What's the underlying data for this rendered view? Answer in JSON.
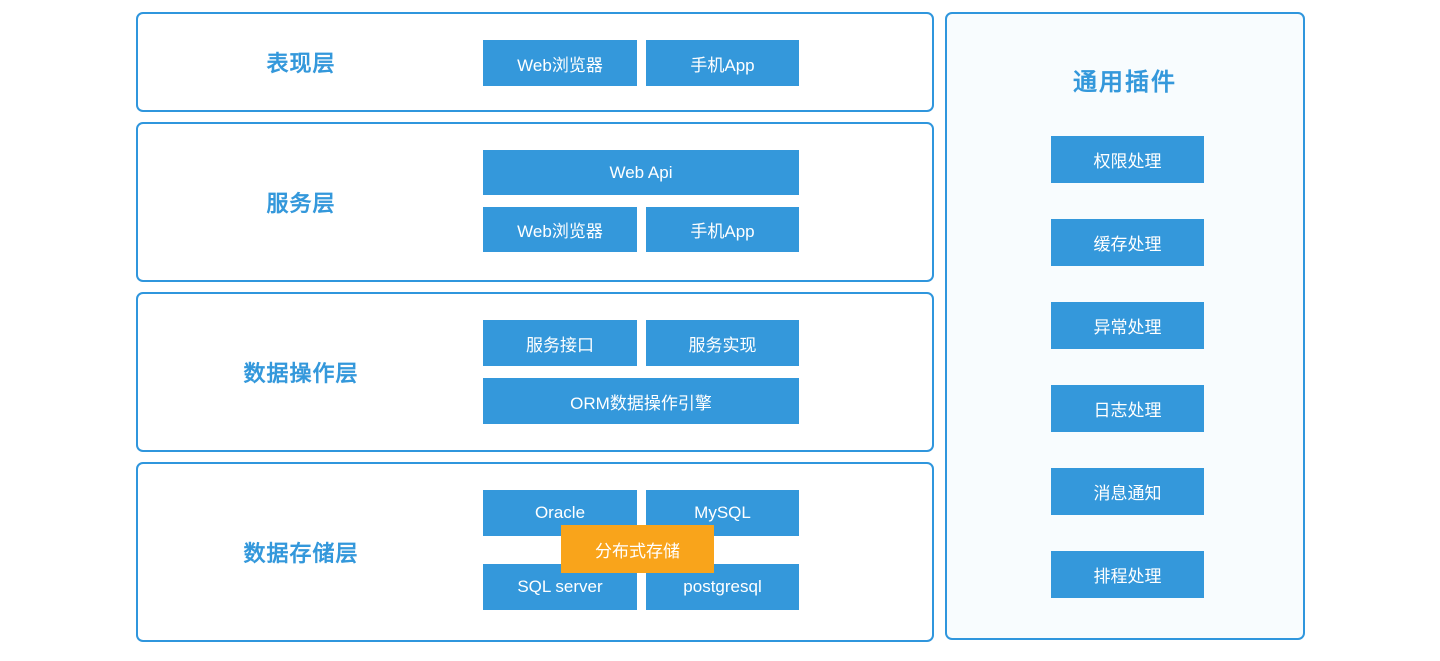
{
  "diagram": {
    "type": "layered-architecture",
    "colors": {
      "node_blue": "#3498db",
      "border_blue": "#2f96dd",
      "label_blue": "#3498db",
      "panel_background": "#f8fcfe",
      "overlay_orange": "#f9a41b",
      "node_text": "#ffffff"
    },
    "layers": [
      {
        "label": "表现层",
        "buttons": [
          {
            "label": "Web浏览器"
          },
          {
            "label": "手机App"
          }
        ]
      },
      {
        "label": "服务层",
        "buttons": [
          {
            "label": "Web Api"
          },
          {
            "label": "Web浏览器"
          },
          {
            "label": "手机App"
          }
        ]
      },
      {
        "label": "数据操作层",
        "buttons": [
          {
            "label": "服务接口"
          },
          {
            "label": "服务实现"
          },
          {
            "label": "ORM数据操作引擎"
          }
        ]
      },
      {
        "label": "数据存储层",
        "buttons": [
          {
            "label": "Oracle"
          },
          {
            "label": "MySQL"
          },
          {
            "label": "SQL server"
          },
          {
            "label": "postgresql"
          }
        ],
        "overlay": "分布式存储"
      }
    ],
    "plugins": {
      "title": "通用插件",
      "items": [
        "权限处理",
        "缓存处理",
        "异常处理",
        "日志处理",
        "消息通知",
        "排程处理"
      ]
    }
  }
}
